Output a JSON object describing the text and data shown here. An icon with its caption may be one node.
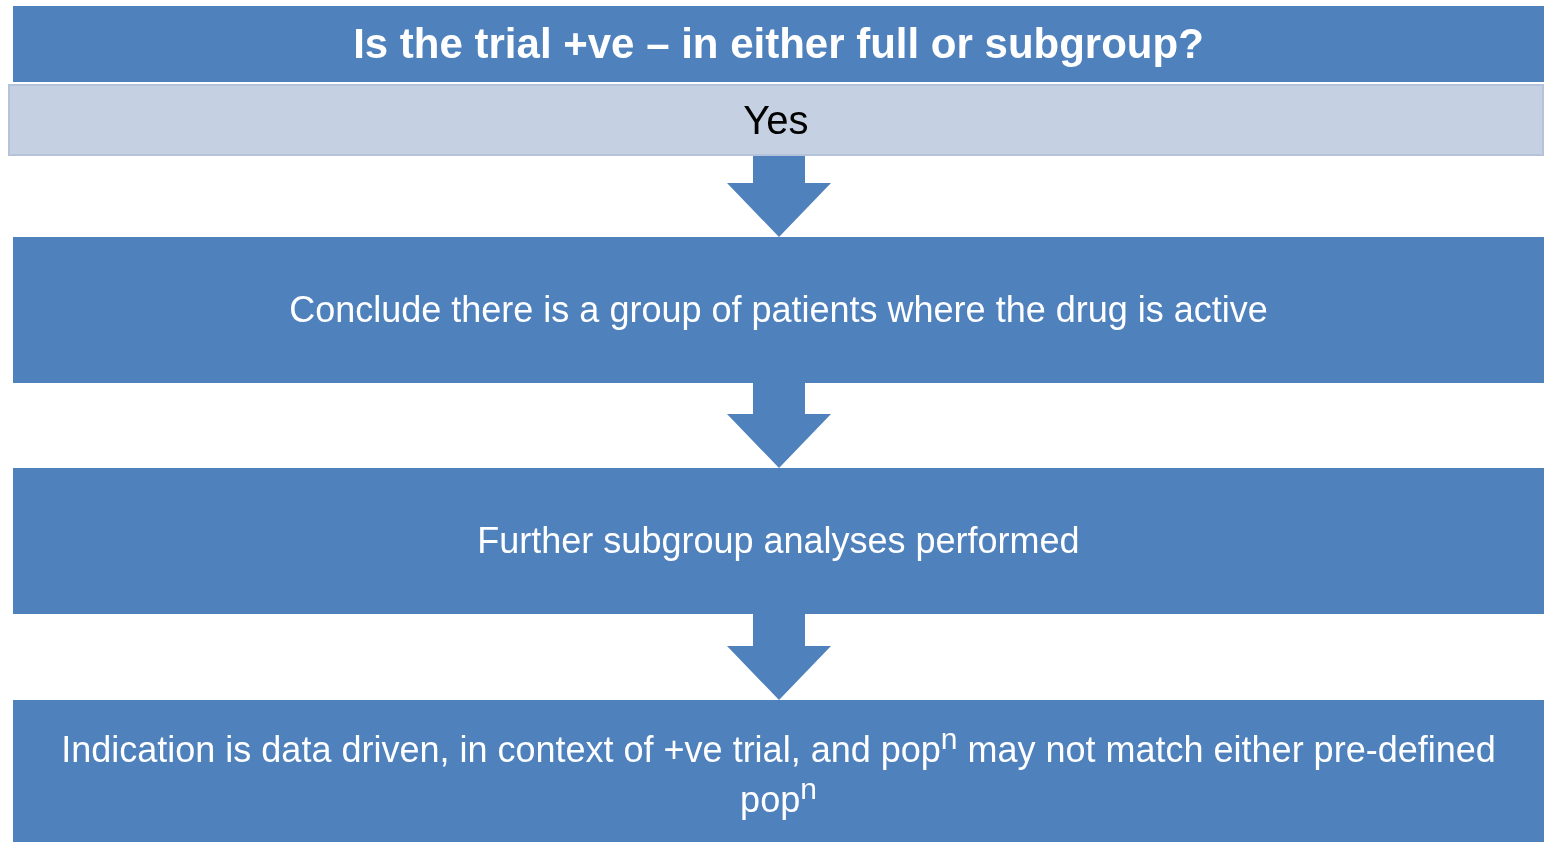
{
  "diagram": {
    "nodes": [
      {
        "text": [
          "Is the trial +ve – in either full or subgroup?"
        ]
      },
      {
        "text": [
          "Yes"
        ]
      },
      {
        "text": [
          "Conclude there is a group of patients where the drug is active"
        ]
      },
      {
        "text": [
          "Further subgroup analyses performed"
        ]
      },
      {
        "text": [
          "Indication is data driven, in context of +ve trial, and pop$^{n}$ may not match either pre-defined pop$^{n}$"
        ]
      }
    ],
    "edges": [
      {
        "from": 1,
        "to": 2,
        "arrow": "to"
      },
      {
        "from": 2,
        "to": 3,
        "arrow": "to"
      },
      {
        "from": 3,
        "to": 4,
        "arrow": "to"
      }
    ]
  }
}
